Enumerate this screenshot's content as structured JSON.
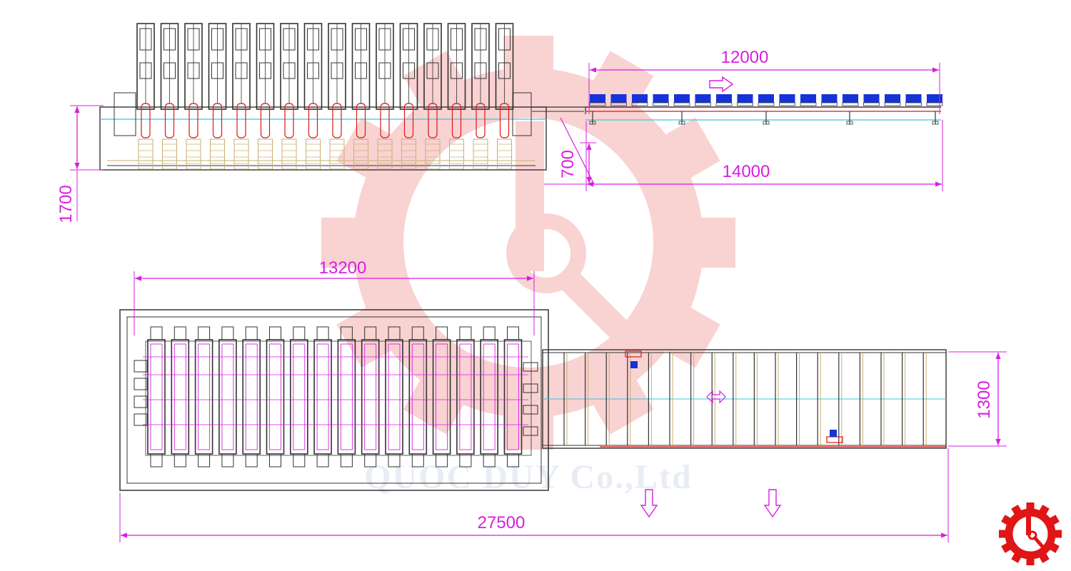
{
  "colors": {
    "dimension": "#d81ee0",
    "line": "#333333",
    "accent_red": "#e01515",
    "rail_cyan": "#38c8e0",
    "roller_yellow": "#c8b070",
    "conveyor_blue": "#1533d8",
    "watermark_red": "#f8caca",
    "watermark_blue": "#d7e0ee"
  },
  "dimensions": {
    "top_conveyor_length": "12000",
    "top_total_length": "14000",
    "height_700": "700",
    "height_1700": "1700",
    "press_length": "13200",
    "conveyor_width": "1300",
    "overall_length": "27500"
  },
  "watermark": {
    "company": "QUOC DUY Co.,Ltd",
    "icon": "gear-logo-icon"
  },
  "press_units": 16,
  "conveyor_rollers": 18
}
